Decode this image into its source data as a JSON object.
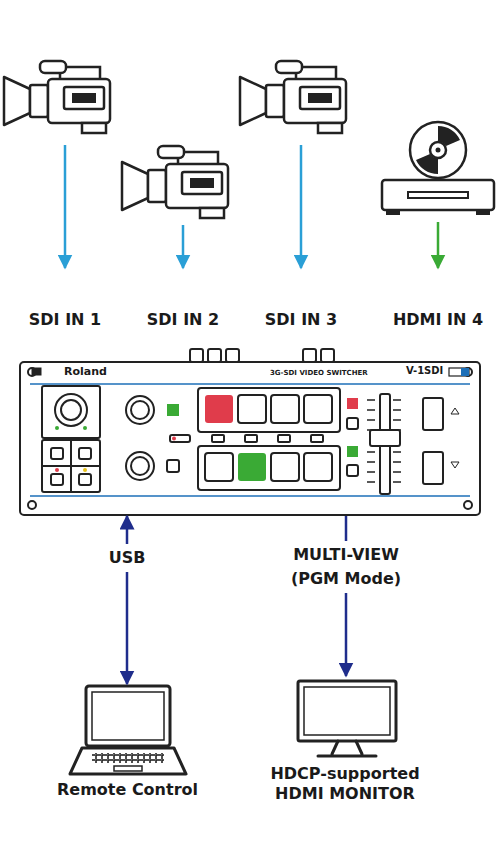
{
  "diagram": {
    "nodes": [
      {
        "text": [
          "Roland",
          "3G-SDI VIDEO SWITCHER",
          "V-1SDI"
        ]
      },
      {
        "text": [
          "Remote Control"
        ]
      },
      {
        "text": [
          "HDCP-supported HDMI MONITOR"
        ]
      }
    ],
    "edges": [
      {
        "from": 0,
        "to": 1,
        "arrow": "both",
        "label": "USB"
      },
      {
        "from": 0,
        "to": 2,
        "arrow": "to",
        "label": "MULTI-VIEW (PGM Mode)"
      }
    ],
    "labels": [
      "SDI IN 1",
      "SDI IN 2",
      "SDI IN 3",
      "HDMI IN 4"
    ]
  }
}
